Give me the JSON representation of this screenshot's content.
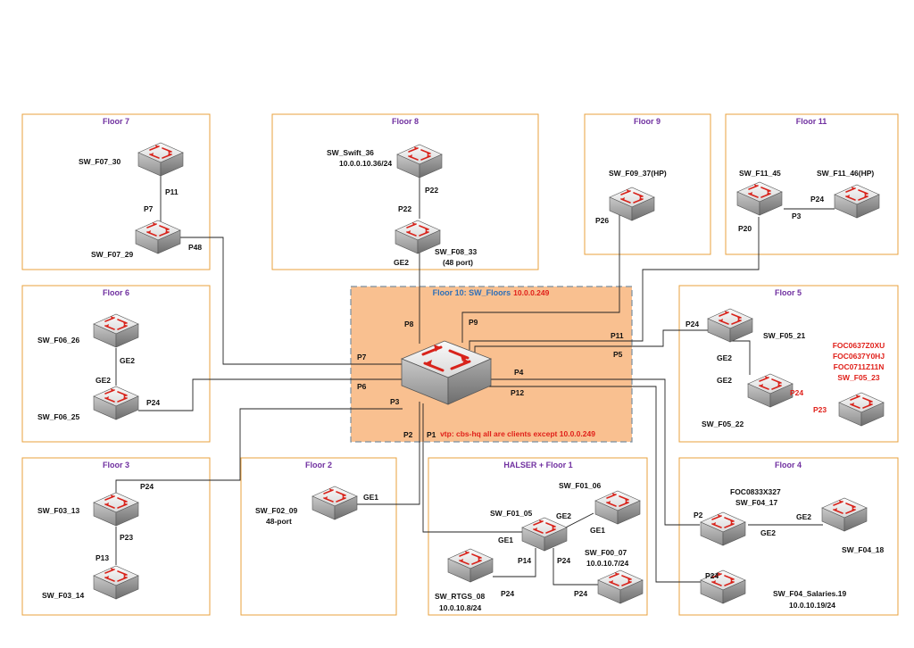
{
  "zones": {
    "floor7": "Floor 7",
    "floor8": "Floor 8",
    "floor9": "Floor 9",
    "floor11": "Floor 11",
    "floor6": "Floor 6",
    "floor5": "Floor 5",
    "floor3": "Floor 3",
    "floor2": "Floor 2",
    "floor1": "HALSER + Floor 1",
    "floor4": "Floor 4"
  },
  "core": {
    "title_prefix": "Floor 10: ",
    "title_name": "SW_Floors",
    "title_ip": "10.0.0.249",
    "vtp_note": "vtp: cbs-hq all are clients except 10.0.0.249"
  },
  "switches": {
    "sw_f07_30": "SW_F07_30",
    "sw_f07_29": "SW_F07_29",
    "sw_swift_36": "SW_Swift_36",
    "sw_swift_36_ip": "10.0.0.10.36/24",
    "sw_f08_33": "SW_F08_33",
    "sw_f08_33_note": "(48 port)",
    "sw_f09_37": "SW_F09_37(HP)",
    "sw_f11_45": "SW_F11_45",
    "sw_f11_46": "SW_F11_46(HP)",
    "sw_f06_26": "SW_F06_26",
    "sw_f06_25": "SW_F06_25",
    "sw_f05_21": "SW_F05_21",
    "sw_f05_22": "SW_F05_22",
    "sw_f05_23": "SW_F05_23",
    "sw_f03_13": "SW_F03_13",
    "sw_f03_14": "SW_F03_14",
    "sw_f02_09": "SW_F02_09",
    "sw_f02_09_note": "48-port",
    "sw_f01_06": "SW_F01_06",
    "sw_f01_05": "SW_F01_05",
    "sw_f00_07": "SW_F00_07",
    "sw_f00_07_ip": "10.0.10.7/24",
    "sw_rtgs_08": "SW_RTGS_08",
    "sw_rtgs_08_ip": "10.0.10.8/24",
    "sw_f04_17_serial": "FOC0833X327",
    "sw_f04_17": "SW_F04_17",
    "sw_f04_18": "SW_F04_18",
    "sw_f04_salaries": "SW_F04_Salaries.19",
    "sw_f04_salaries_ip": "10.0.10.19/24"
  },
  "serials_f05_23": [
    "FOC0637Z0XU",
    "FOC0637Y0HJ",
    "FOC0711Z11N"
  ],
  "ports": {
    "f07_p11": "P11",
    "f07_p7": "P7",
    "f07_p48": "P48",
    "f08_p22_top": "P22",
    "f08_p22_bot": "P22",
    "f08_ge2": "GE2",
    "f09_p26": "P26",
    "f11_p24": "P24",
    "f11_p3": "P3",
    "f11_p20": "P20",
    "f06_ge2_top": "GE2",
    "f06_ge2_bot": "GE2",
    "f06_p24": "P24",
    "f05_p24": "P24",
    "f05_ge2_top": "GE2",
    "f05_ge2_bot": "GE2",
    "f05_p24_red": "P24",
    "f05_p23_red": "P23",
    "f03_p24": "P24",
    "f03_p23": "P23",
    "f03_p13": "P13",
    "f02_ge1": "GE1",
    "f01_ge2": "GE2",
    "f01_ge1_a": "GE1",
    "f01_ge1_b": "GE1",
    "f01_p14": "P14",
    "f01_p24_a": "P24",
    "f01_p24_b": "P24",
    "f01_p24_c": "P24",
    "f04_p2": "P2",
    "f04_ge2_a": "GE2",
    "f04_ge2_b": "GE2",
    "f04_p24": "P24",
    "core_p8": "P8",
    "core_p9": "P9",
    "core_p7": "P7",
    "core_p6": "P6",
    "core_p3": "P3",
    "core_p2": "P2",
    "core_p1": "P1",
    "core_p11": "P11",
    "core_p5": "P5",
    "core_p4": "P4",
    "core_p12": "P12"
  },
  "colors": {
    "zone_border": "#e8a23c",
    "zone_title": "#7030a0",
    "core_fill": "#f9c090",
    "switch_top": "#eeeeee",
    "arrow_red": "#e0201a"
  },
  "icons": {
    "switch": "network-switch-icon"
  }
}
